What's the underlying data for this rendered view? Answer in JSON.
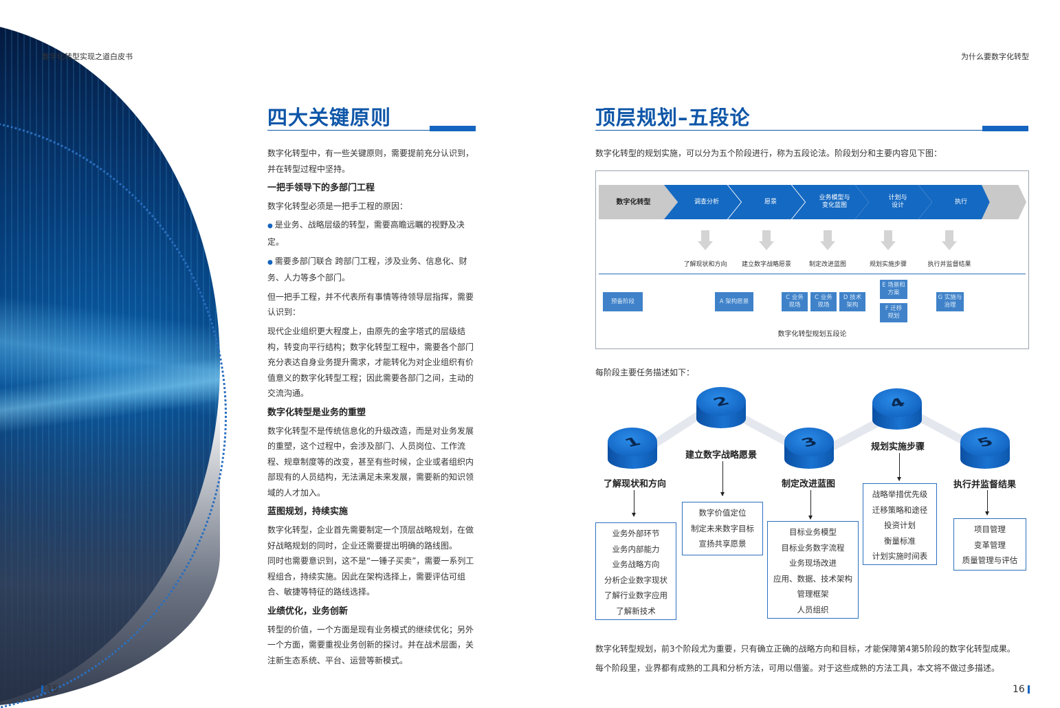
{
  "header": {
    "left": "数字化转型实现之道白皮书",
    "right": "为什么要数字化转型"
  },
  "page_numbers": {
    "left": "15",
    "right": "16"
  },
  "left_section": {
    "title": "四大关键原则",
    "intro": "数字化转型中，有一些关键原则，需要提前充分认识到，并在转型过程中坚持。",
    "h1": "一把手领导下的多部门工程",
    "p1": "数字化转型必须是一把手工程的原因：",
    "b1": "是业务、战略层级的转型，需要高瞻远瞩的视野及决定。",
    "b2": "需要多部门联合 跨部门工程，涉及业务、信息化、财务、人力等多个部门。",
    "p2": "但一把手工程，并不代表所有事情等待领导层指挥，需要认识到：",
    "p3": "现代企业组织更大程度上，由原先的金字塔式的层级结构，转变向平行结构；数字化转型工程中，需要各个部门充分表达自身业务提升需求，才能转化为对企业组织有价值意义的数字化转型工程；因此需要各部门之间，主动的交流沟通。",
    "h2": "数字化转型是业务的重塑",
    "p4": "数字化转型不是传统信息化的升级改造，而是对业务发展的重塑，这个过程中，会涉及部门、人员岗位、工作流程、规章制度等的改变，甚至有些时候，企业或者组织内部现有的人员结构，无法满足未来发展，需要新的知识领域的人才加入。",
    "h3": "蓝图规划，持续实施",
    "p5": "数字化转型，企业首先需要制定一个顶层战略规划，在做好战略规划的同时，企业还需要提出明确的路线图。",
    "p6": "同时也需要意识到，这不是“一锤子买卖”，需要一系列工程组合，持续实施。因此在架构选择上，需要评估可组合、敏捷等特征的路线选择。",
    "h4": "业绩优化，业务创新",
    "p7": "转型的价值，一个方面是现有业务模式的继续优化；另外一个方面，需要重视业务创新的探讨。并在战术层面，关注新生态系统、平台、运营等新模式。"
  },
  "right_section": {
    "title": "顶层规划–五段论",
    "intro": "数字化转型的规划实施，可以分为五个阶段进行，称为五段论法。阶段划分和主要内容见下图：",
    "flow": [
      "数字化转型",
      "调查分析",
      "愿景",
      "业务模型与\n变化蓝图",
      "计划与\n设计",
      "执行"
    ],
    "outcomes": [
      "了解现状和方向",
      "建立数字战略愿景",
      "制定改进蓝图",
      "规划实施步骤",
      "执行并监督结果"
    ],
    "phases": {
      "prep": "预备阶段",
      "a": "A 架构愿景",
      "c1": "C 业务\n现场",
      "c2": "C 业务\n现场",
      "d": "D 技术\n架构",
      "e": "E 场景和\n方案",
      "f": "F 迁移\n规划",
      "g": "G 实施与\n治理"
    },
    "caption": "数字化转型规划五段论",
    "tasks_intro": "每阶段主要任务描述如下：",
    "steps": [
      {
        "num": "1",
        "title": "了解现状和方向",
        "items": [
          "业务外部环节",
          "业务内部能力",
          "业务战略方向",
          "分析企业数字现状",
          "了解行业数字应用",
          "了解新技术"
        ]
      },
      {
        "num": "2",
        "title": "建立数字战略愿景",
        "items": [
          "数字价值定位",
          "制定未来数字目标",
          "宣扬共享愿景"
        ]
      },
      {
        "num": "3",
        "title": "制定改进蓝图",
        "items": [
          "目标业务模型",
          "目标业务数字流程",
          "业务现场改进",
          "应用、数据、技术架构",
          "管理框架",
          "人员组织"
        ]
      },
      {
        "num": "4",
        "title": "规划实施步骤",
        "items": [
          "战略举措优先级",
          "迁移策略和途径",
          "投资计划",
          "衡量标准",
          "计划实施时间表"
        ]
      },
      {
        "num": "5",
        "title": "执行并监督结果",
        "items": [
          "项目管理",
          "变革管理",
          "质量管理与评估"
        ]
      }
    ],
    "footer1": "数字化转型规划，前3个阶段尤为重要，只有确立正确的战略方向和目标，才能保障第4第5阶段的数字化转型成果。",
    "footer2": "每个阶段里，业界都有成熟的工具和分析方法，可用以借鉴。对于这些成熟的方法工具，本文将不做过多描述。"
  },
  "colors": {
    "accent": "#1464c0",
    "title": "#0e56a8",
    "grey_arrow": "#c9c9c9"
  }
}
